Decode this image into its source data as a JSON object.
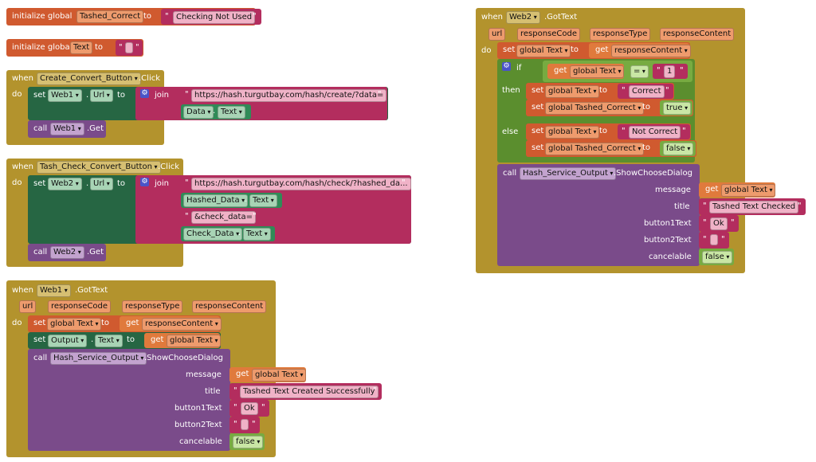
{
  "globals": [
    {
      "keyword": "initialize global",
      "name": "Tashed_Correct",
      "to": "to",
      "value": "Checking Not Used"
    },
    {
      "keyword": "initialize global",
      "name": "Text",
      "to": "to",
      "value": ""
    }
  ],
  "quote": "\"",
  "create_click": {
    "when": "when",
    "component": "Create_Convert_Button",
    "event": ".Click",
    "do": "do",
    "set": "set",
    "web": "Web1",
    "prop": "Url",
    "to": "to",
    "join": "join",
    "url": "https://hash.turgutbay.com/hash/create/?data=",
    "data_comp": "Data",
    "data_prop": "Text",
    "call": "call",
    "get_method": ".Get"
  },
  "check_click": {
    "when": "when",
    "component": "Tash_Check_Convert_Button",
    "event": ".Click",
    "do": "do",
    "set": "set",
    "web": "Web2",
    "prop": "Url",
    "to": "to",
    "join": "join",
    "url": "https://hash.turgutbay.com/hash/check/?hashed_da...",
    "hashed_comp": "Hashed_Data",
    "hashed_prop": "Text",
    "check_param": "&check_data=",
    "check_comp": "Check_Data",
    "check_prop": "Text",
    "call": "call",
    "get_method": ".Get"
  },
  "web1_gottext": {
    "when": "when",
    "component": "Web1",
    "event": ".GotText",
    "params": [
      "url",
      "responseCode",
      "responseType",
      "responseContent"
    ],
    "do": "do",
    "set": "set",
    "global_text": "global Text",
    "to": "to",
    "get": "get",
    "response_content": "responseContent",
    "output_comp": "Output",
    "output_prop": "Text",
    "dot": ".",
    "call": "call",
    "notifier": "Hash_Service_Output",
    "method": ".ShowChooseDialog",
    "message": "message",
    "title": "title",
    "button1": "button1Text",
    "button2": "button2Text",
    "cancelable": "cancelable",
    "title_value": "Tashed Text Created Successfully",
    "ok": "Ok",
    "false": "false"
  },
  "web2_gottext": {
    "when": "when",
    "component": "Web2",
    "event": ".GotText",
    "params": [
      "url",
      "responseCode",
      "responseType",
      "responseContent"
    ],
    "do": "do",
    "set": "set",
    "global_text": "global Text",
    "to": "to",
    "get": "get",
    "response_content": "responseContent",
    "if": "if",
    "eq": "=",
    "one": "1",
    "then": "then",
    "correct": "Correct",
    "global_tashed": "global Tashed_Correct",
    "true": "true",
    "else": "else",
    "not_correct": "Not Correct",
    "false": "false",
    "call": "call",
    "notifier": "Hash_Service_Output",
    "method": ".ShowChooseDialog",
    "message": "message",
    "title": "title",
    "button1": "button1Text",
    "button2": "button2Text",
    "cancelable": "cancelable",
    "title_value": "Tashed Text Checked",
    "ok": "Ok"
  }
}
